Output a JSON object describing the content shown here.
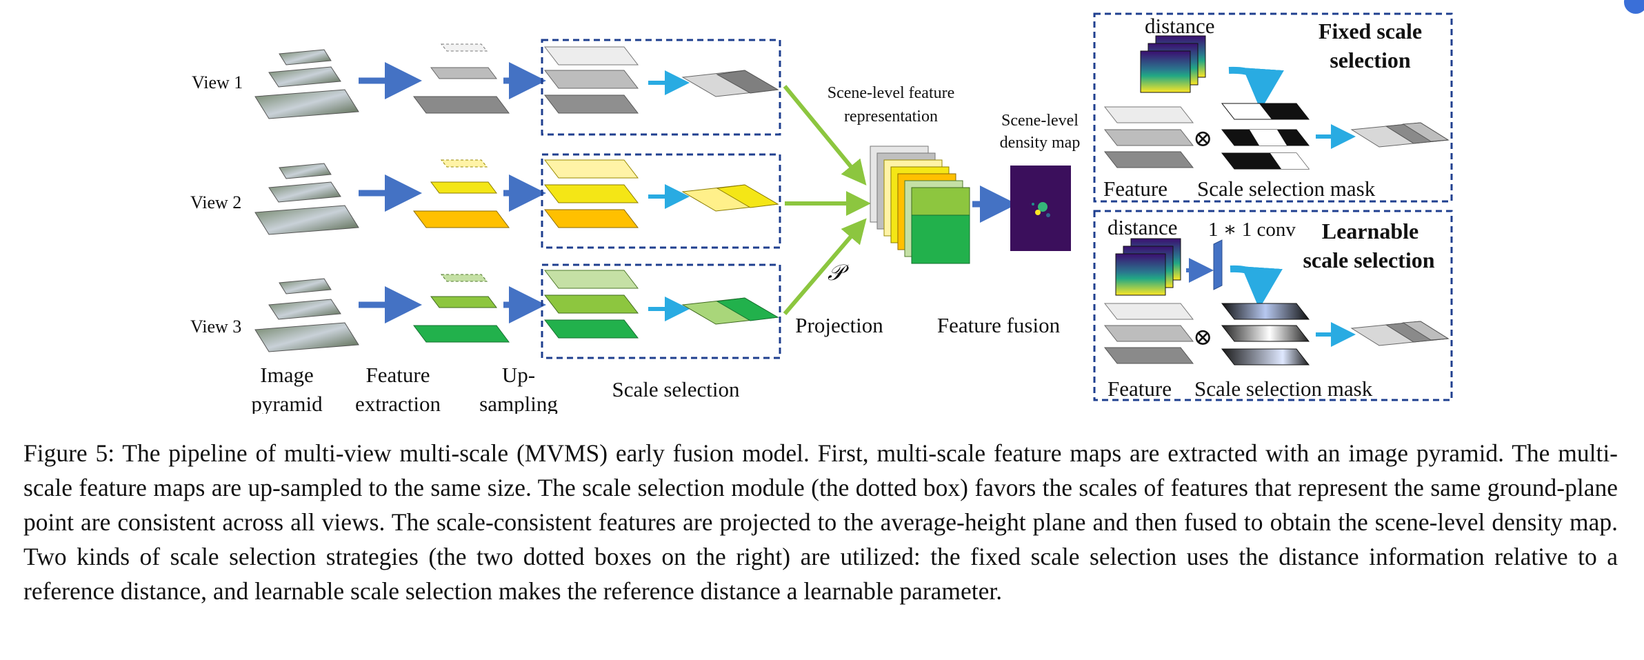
{
  "figure": {
    "views": [
      "View 1",
      "View 2",
      "View 3"
    ],
    "stages": {
      "image_pyramid": [
        "Image",
        "pyramid"
      ],
      "feature_extraction": [
        "Feature",
        "extraction"
      ],
      "upsampling": [
        "Up-",
        "sampling"
      ],
      "scale_selection": "Scale selection",
      "projection": "Projection",
      "projection_symbol": "𝒫",
      "feature_fusion": "Feature fusion"
    },
    "scene_feature": [
      "Scene-level feature",
      "representation"
    ],
    "scene_density": [
      "Scene-level",
      "density map"
    ],
    "fixed_box": {
      "title": [
        "Fixed scale",
        "selection"
      ],
      "distance": "distance",
      "feature": "Feature",
      "mask": "Scale selection mask",
      "otimes": "⊗"
    },
    "learnable_box": {
      "title": [
        "Learnable",
        "scale selection"
      ],
      "distance": "distance",
      "conv": "1 ∗ 1 conv",
      "feature": "Feature",
      "mask": "Scale selection mask",
      "otimes": "⊗"
    },
    "colors": {
      "arrow_blue": "#4472c4",
      "arrow_cyan": "#29abe2",
      "arrow_green": "#8cc63f",
      "dashed_box": "#1f3f8f",
      "view1_layers": [
        "#e8e8e8",
        "#bcbcbc",
        "#8a8a8a"
      ],
      "view2_layers": [
        "#fff3a6",
        "#f4e616",
        "#ffc000"
      ],
      "view3_layers": [
        "#c5e0a5",
        "#8dc63f",
        "#22b14c"
      ]
    }
  },
  "caption": "Figure 5: The pipeline of multi-view multi-scale (MVMS) early fusion model. First, multi-scale feature maps are extracted with an image pyramid. The multi-scale feature maps are up-sampled to the same size. The scale selection module (the dotted box) favors the scales of features that represent the same ground-plane point are consistent across all views. The scale-consistent features are projected to the average-height plane and then fused to obtain the scene-level density map. Two kinds of scale selection strategies (the two dotted boxes on the right) are utilized: the fixed scale selection uses the distance information relative to a reference distance, and learnable scale selection makes the reference distance a learnable parameter."
}
